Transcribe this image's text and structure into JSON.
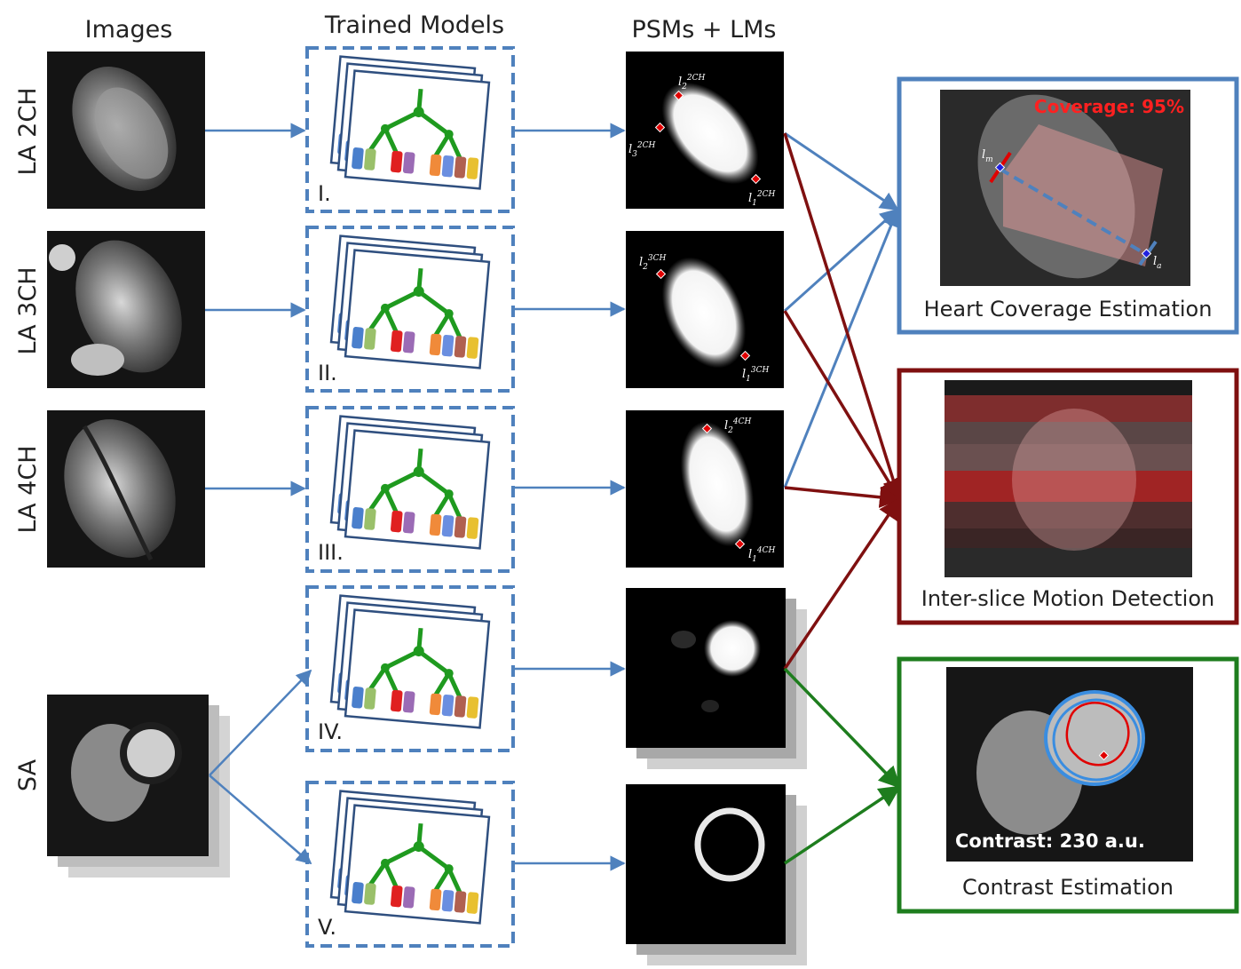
{
  "columns": {
    "images": "Images",
    "models": "Trained Models",
    "psms": "PSMs + LMs"
  },
  "rows": [
    {
      "label": "LA 2CH",
      "roman": "I."
    },
    {
      "label": "LA 3CH",
      "roman": "II."
    },
    {
      "label": "LA 4CH",
      "roman": "III."
    },
    {
      "roman": "IV."
    },
    {
      "roman": "V."
    }
  ],
  "sa_label": "SA",
  "landmarks": {
    "r2ch": {
      "l1": "1",
      "l2": "2",
      "l3": "3",
      "view": "2CH"
    },
    "r3ch": {
      "l1": "1",
      "l2": "2",
      "view": "3CH"
    },
    "r4ch": {
      "l1": "1",
      "l2": "2",
      "view": "4CH"
    }
  },
  "outputs": {
    "coverage": {
      "title": "Heart Coverage Estimation",
      "overlay": "Coverage: 95%",
      "lm_m": "m",
      "lm_a": "a",
      "color": "#4f81bd"
    },
    "motion": {
      "title": "Inter-slice Motion Detection",
      "color": "#7f1010"
    },
    "contrast": {
      "title": "Contrast Estimation",
      "overlay": "Contrast: 230 a.u.",
      "color": "#1e7d1e"
    }
  },
  "colors": {
    "blue": "#4f81bd",
    "red": "#7f1010",
    "green": "#1e7d1e"
  }
}
